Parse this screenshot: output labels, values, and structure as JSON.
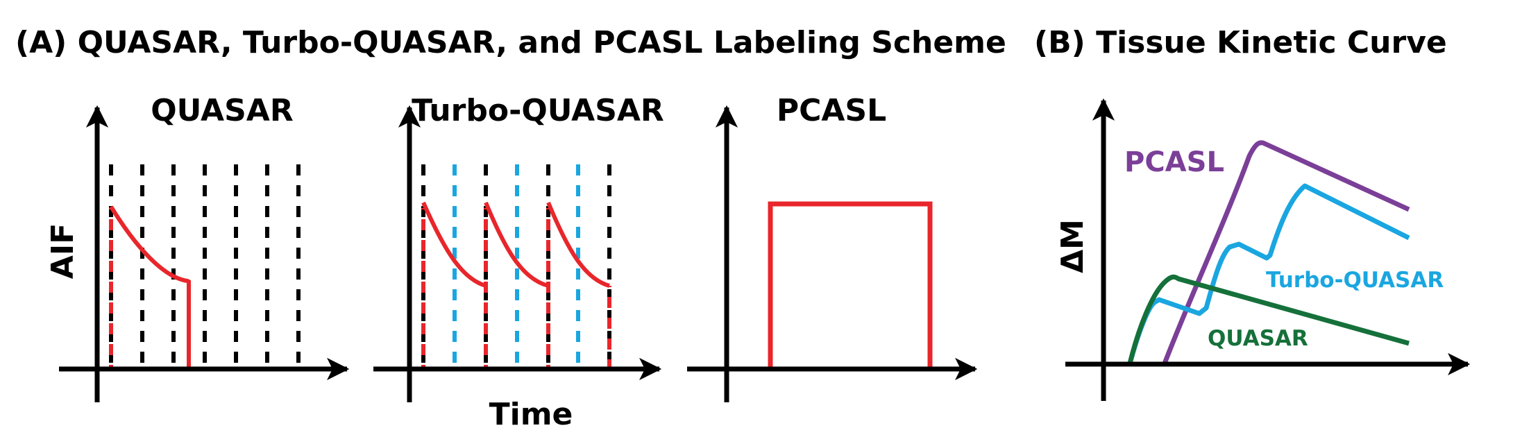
{
  "panel_a": {
    "title": "(A) QUASAR, Turbo-QUASAR, and PCASL Labeling Scheme",
    "y_label": "AIF",
    "x_label": "Time",
    "schemes": [
      "QUASAR",
      "Turbo-QUASAR",
      "PCASL"
    ]
  },
  "panel_b": {
    "title": "(B) Tissue Kinetic Curve",
    "y_label": "ΔM",
    "curves": [
      "PCASL",
      "Turbo-QUASAR",
      "QUASAR"
    ]
  },
  "colors": {
    "axis": "#000000",
    "aif": "#e8262b",
    "pcasl": "#7b3f98",
    "turbo": "#1aa6e0",
    "quasar": "#15703a",
    "blue_dash": "#1aa6e0"
  }
}
